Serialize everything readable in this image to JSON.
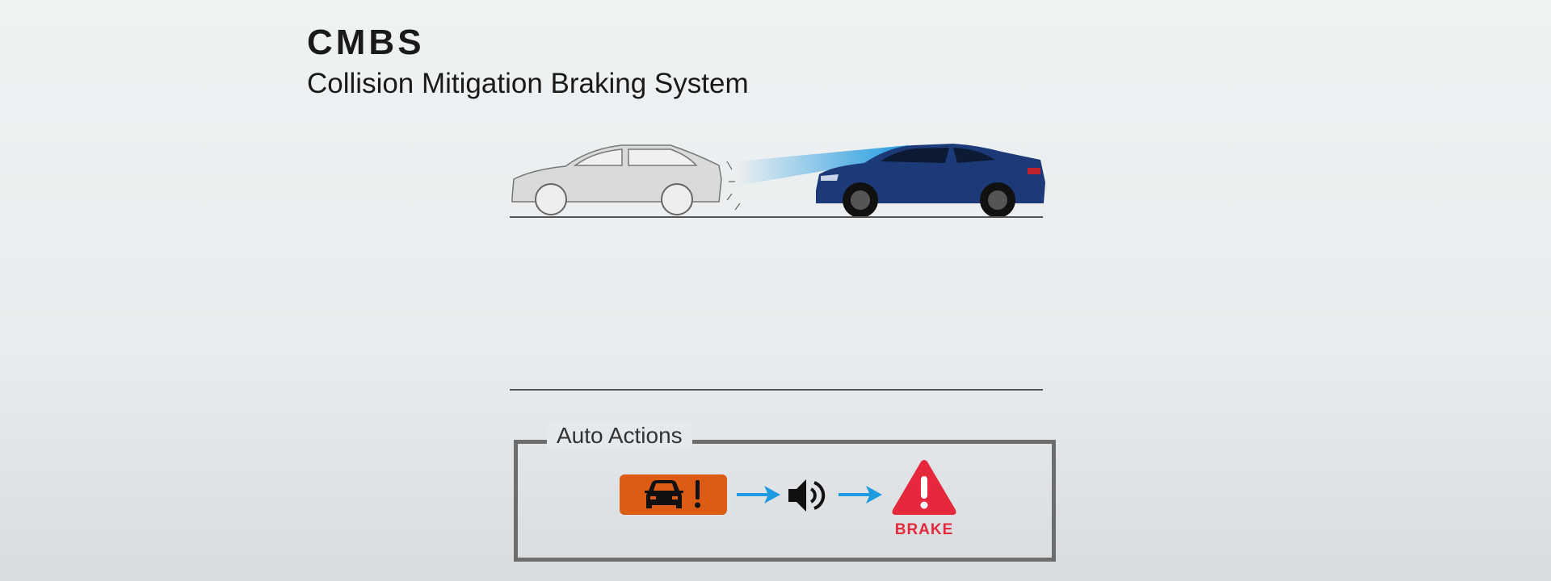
{
  "header": {
    "title": "CMBS",
    "subtitle": "Collision Mitigation Braking System"
  },
  "auto_actions": {
    "title": "Auto Actions",
    "steps": [
      {
        "icon": "forward-collision-warning-icon",
        "color": "#dc5c14"
      },
      {
        "icon": "audible-alert-speaker-icon"
      },
      {
        "icon": "brake-warning-triangle-icon",
        "label": "BRAKE",
        "color": "#e5283c"
      }
    ],
    "arrow_color": "#1e9ae0"
  },
  "colors": {
    "car": "#1d3a78",
    "beam": "#1e9ae0"
  }
}
